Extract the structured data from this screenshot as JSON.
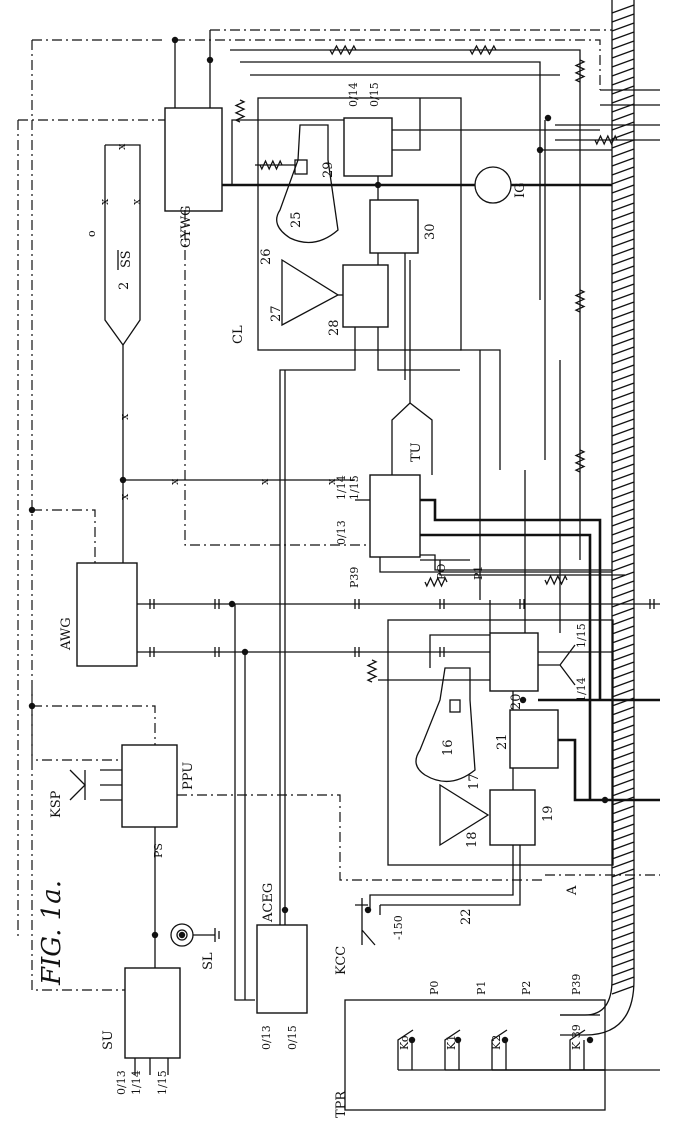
{
  "figure_title": "FIG. 1a.",
  "blocks": {
    "su": "SU",
    "sl": "SL",
    "ps": "PS",
    "ppu": "PPU",
    "ksp": "KSP",
    "awg": "AWG",
    "aceg": "ACEG",
    "kcc": "KCC",
    "tpr": "TPR",
    "tu": "TU",
    "gywg": "GYWG",
    "cl": "CL",
    "ig": "IG",
    "a": "A"
  },
  "numerals": {
    "n16": "16",
    "n17": "17",
    "n18": "18",
    "n19": "19",
    "n20": "20",
    "n21": "21",
    "n22": "22",
    "n25": "25",
    "n26": "26",
    "n27": "27",
    "n28": "28",
    "n29": "29",
    "n30": "30",
    "n150": "-150"
  },
  "pulse_labels": {
    "p0": "P0",
    "p1": "P1",
    "p2": "P2",
    "p39": "P39",
    "po_tu": "PO",
    "p1_tu": "P1",
    "p39_tu": "P39"
  },
  "keys": {
    "k0": "Ko",
    "k1": "K1",
    "k2": "K2",
    "k39": "K 39"
  },
  "fractions": {
    "f13": "0/13",
    "f14": "1/14",
    "f15": "1/15",
    "f13_aceg": "0/13",
    "f15_aceg": "0/15",
    "f14_top": "0/14",
    "f15_top": "0/15",
    "f15_20": "1/15",
    "f14_20": "1/14",
    "ss2_num": "SS",
    "ss2_den": "2"
  },
  "marks": {
    "x": "x",
    "o": "o"
  }
}
